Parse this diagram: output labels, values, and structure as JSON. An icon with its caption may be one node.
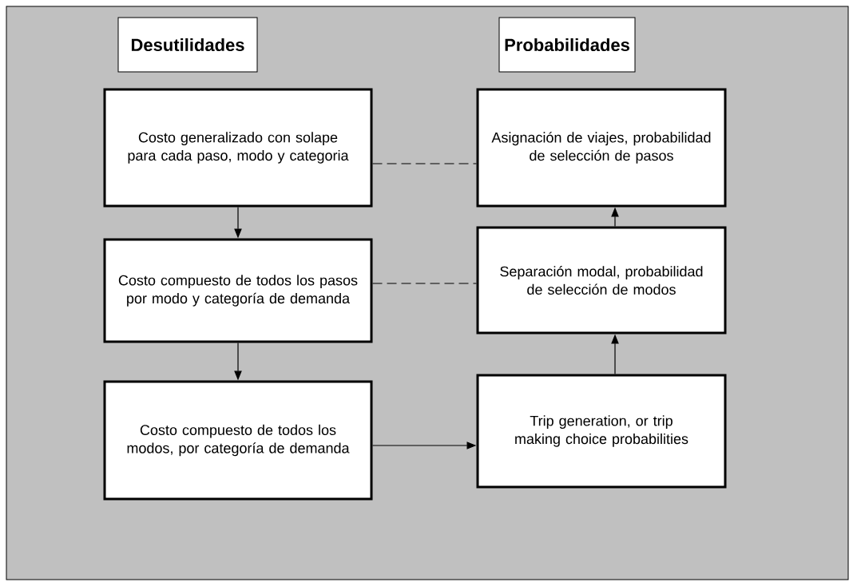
{
  "diagram": {
    "nodes": [
      {
        "text": [
          "Desutilidades"
        ]
      },
      {
        "text": [
          "Probabilidades"
        ]
      },
      {
        "text": [
          "Costo generalizado con solape para cada paso, modo y categoria"
        ]
      },
      {
        "text": [
          "Asignación de viajes, probabilidad de selección de pasos"
        ]
      },
      {
        "text": [
          "Costo compuesto de todos los pasos por modo y categoría de demanda"
        ]
      },
      {
        "text": [
          "Separación modal, probabilidad de selección de modos"
        ]
      },
      {
        "text": [
          "Costo compuesto de todos los modos, por categoría de demanda"
        ]
      },
      {
        "text": [
          "Trip generation, or trip making choice probabilities"
        ]
      }
    ],
    "edges": [
      {
        "from": 2,
        "to": 3,
        "arrow": "none",
        "style": "dashed"
      },
      {
        "from": 2,
        "to": 4,
        "arrow": "to"
      },
      {
        "from": 4,
        "to": 5,
        "arrow": "none",
        "style": "dashed"
      },
      {
        "from": 5,
        "to": 3,
        "arrow": "to"
      },
      {
        "from": 4,
        "to": 6,
        "arrow": "to"
      },
      {
        "from": 6,
        "to": 7,
        "arrow": "to"
      },
      {
        "from": 7,
        "to": 5,
        "arrow": "to"
      }
    ]
  }
}
